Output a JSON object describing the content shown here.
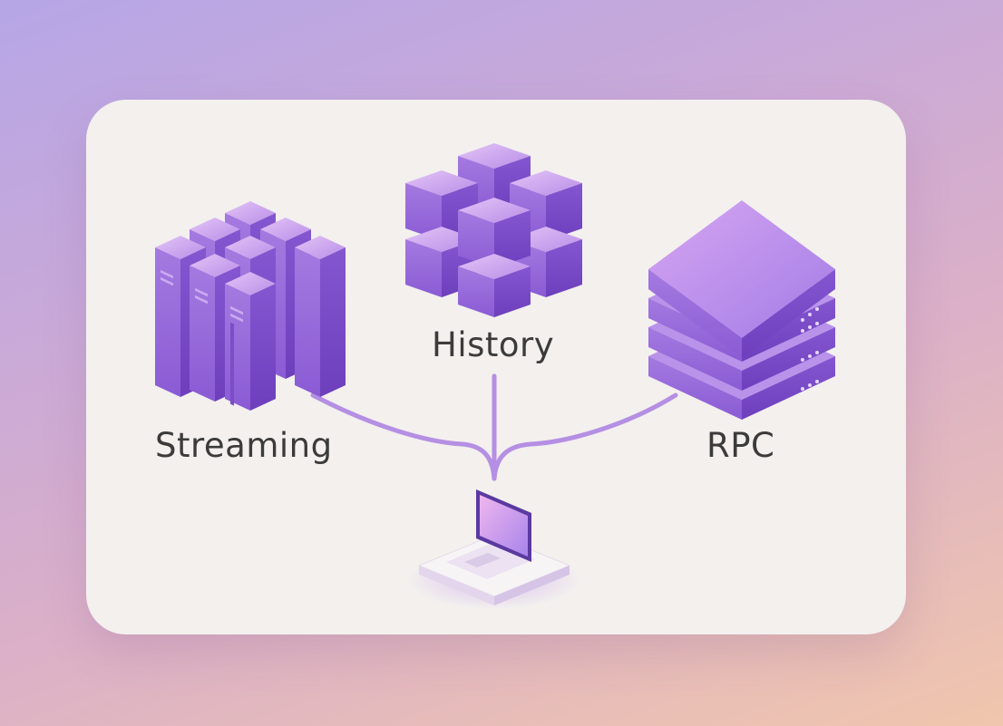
{
  "diagram": {
    "nodes": {
      "streaming": {
        "label": "Streaming",
        "icon": "server-racks-icon"
      },
      "history": {
        "label": "History",
        "icon": "cube-cluster-icon"
      },
      "rpc": {
        "label": "RPC",
        "icon": "server-stack-icon"
      },
      "client": {
        "icon": "laptop-icon"
      }
    },
    "edges": [
      {
        "from": "streaming",
        "to": "client"
      },
      {
        "from": "history",
        "to": "client"
      },
      {
        "from": "rpc",
        "to": "client"
      }
    ]
  },
  "colors": {
    "accent": "#9a6ad6",
    "accent_dark": "#7a4cc6",
    "accent_light": "#c8a6f0",
    "line": "#b58fe3",
    "card": "#f3f0ee",
    "text": "#3b3b3b"
  }
}
